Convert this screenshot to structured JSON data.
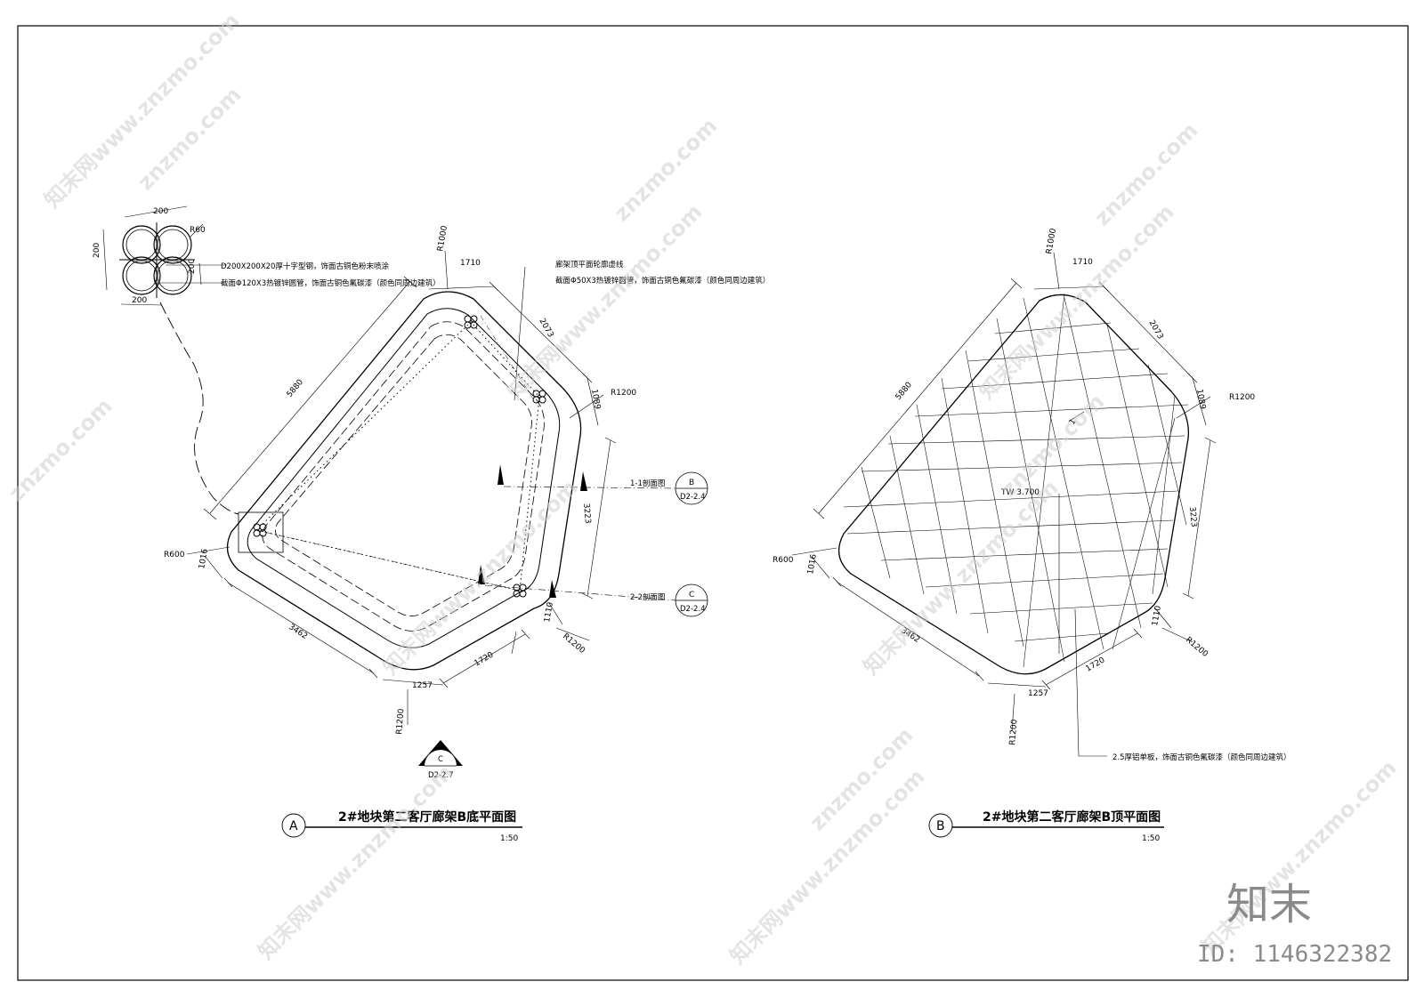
{
  "plan_a": {
    "title": "2#地块第二客厅廊架B底平面图",
    "scale": "1:50",
    "label": "A",
    "dims": {
      "d5880": "5880",
      "d1710": "1710",
      "d2073": "2073",
      "d1089": "1089",
      "d3223": "3223",
      "d1110": "1110",
      "d1720": "1720",
      "d1257": "1257",
      "d3462": "3462",
      "d1016": "1016",
      "r1000": "R1000",
      "r1200a": "R1200",
      "r1200b": "R1200",
      "r1200c": "R1200",
      "r600": "R600"
    },
    "notes": {
      "steel": "D200X200X20厚十字型钢，饰面古铜色粉末喷涂",
      "tube120": "截面Φ120X3热镀锌圆管，饰面古铜色氟碳漆（颜色同周边建筑）",
      "outline": "廊架顶平面轮廓虚线",
      "tube50": "截面Φ50X3热镀锌圆管，饰面古铜色氟碳漆（颜色同周边建筑）"
    },
    "sections": {
      "s1_label": "1-1剖面图",
      "s1_ref": "B",
      "s1_sheet": "D2-2.4",
      "s2_label": "2-2剖面图",
      "s2_ref": "C",
      "s2_sheet": "D2-2.4",
      "elev_ref": "C",
      "elev_sheet": "D2-2.7"
    },
    "detail": {
      "d200a": "200",
      "d200b": "200",
      "d200c": "200",
      "d200d": "200",
      "r60": "R60"
    }
  },
  "plan_b": {
    "title": "2#地块第二客厅廊架B顶平面图",
    "scale": "1:50",
    "label": "B",
    "tw": "TW 3.700",
    "cut": "1",
    "note": "2.5厚铝单板，饰面古铜色氟碳漆（颜色同周边建筑）",
    "dims": {
      "d5880": "5880",
      "d1710": "1710",
      "d2073": "2073",
      "d1089": "1089",
      "d3223": "3223",
      "d1110": "1110",
      "d1720": "1720",
      "d1257": "1257",
      "d3462": "3462",
      "d1016": "1016",
      "r1000": "R1000",
      "r1200a": "R1200",
      "r1200b": "R1200",
      "r1200c": "R1200",
      "r600": "R600"
    }
  },
  "watermark": {
    "site": "znzmo.com",
    "brand": "知末网www.znzmo.com",
    "logo": "知末",
    "id": "ID: 1146322382"
  }
}
